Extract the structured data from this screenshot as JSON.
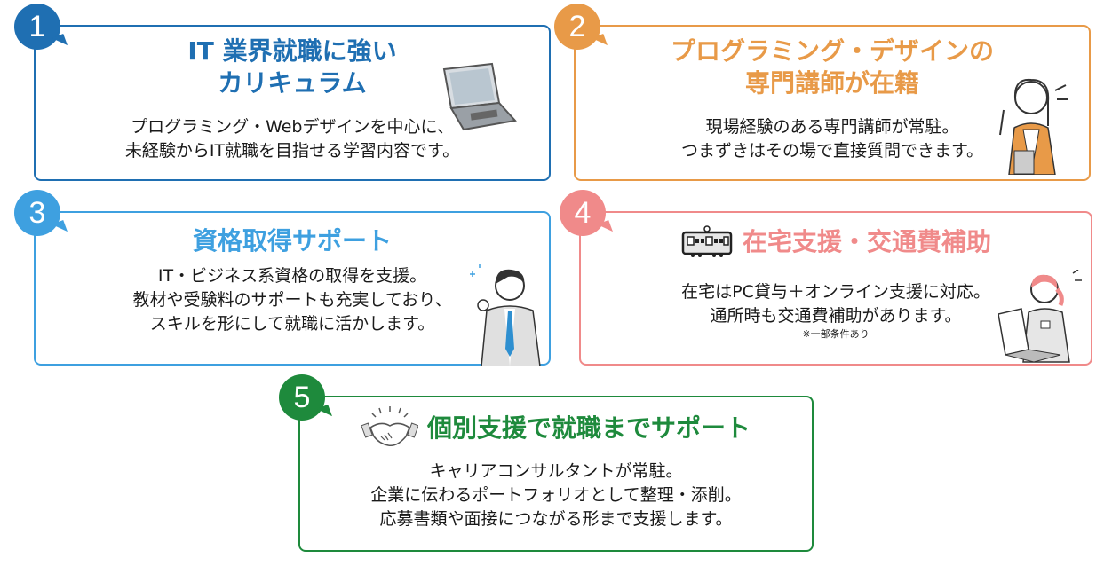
{
  "colors": {
    "card1": "#1f6fb2",
    "card2": "#e89a48",
    "card3": "#3ea0e0",
    "card4": "#f08a8a",
    "card5": "#1e8a3c"
  },
  "cards": [
    {
      "number": "1",
      "title_line1": "IT 業界就職に強い",
      "title_line2": "カリキュラム",
      "body_line1": "プログラミング・Webデザインを中心に、",
      "body_line2": "未経験からIT就職を目指せる学習内容です。",
      "icon": "laptop-icon"
    },
    {
      "number": "2",
      "title_line1": "プログラミング・デザインの",
      "title_line2": "専門講師が在籍",
      "body_line1": "現場経験のある専門講師が常駐。",
      "body_line2": "つまずきはその場で直接質問できます。",
      "icon": "instructor-icon"
    },
    {
      "number": "3",
      "title_line1": "資格取得サポート",
      "body_line1": "IT・ビジネス系資格の取得を支援。",
      "body_line2": "教材や受験料のサポートも充実しており、",
      "body_line3": "スキルを形にして就職に活かします。",
      "icon": "businessman-icon"
    },
    {
      "number": "4",
      "title_line1": "在宅支援・交通費補助",
      "body_line1": "在宅はPC貸与＋オンライン支援に対応。",
      "body_line2": "通所時も交通費補助があります。",
      "note": "※一部条件あり",
      "icon": "train-icon"
    },
    {
      "number": "5",
      "title_line1": "個別支援で就職までサポート",
      "body_line1": "キャリアコンサルタントが常駐。",
      "body_line2": "企業に伝わるポートフォリオとして整理・添削。",
      "body_line3": "応募書類や面接につながる形まで支援します。",
      "icon": "handshake-icon"
    }
  ]
}
